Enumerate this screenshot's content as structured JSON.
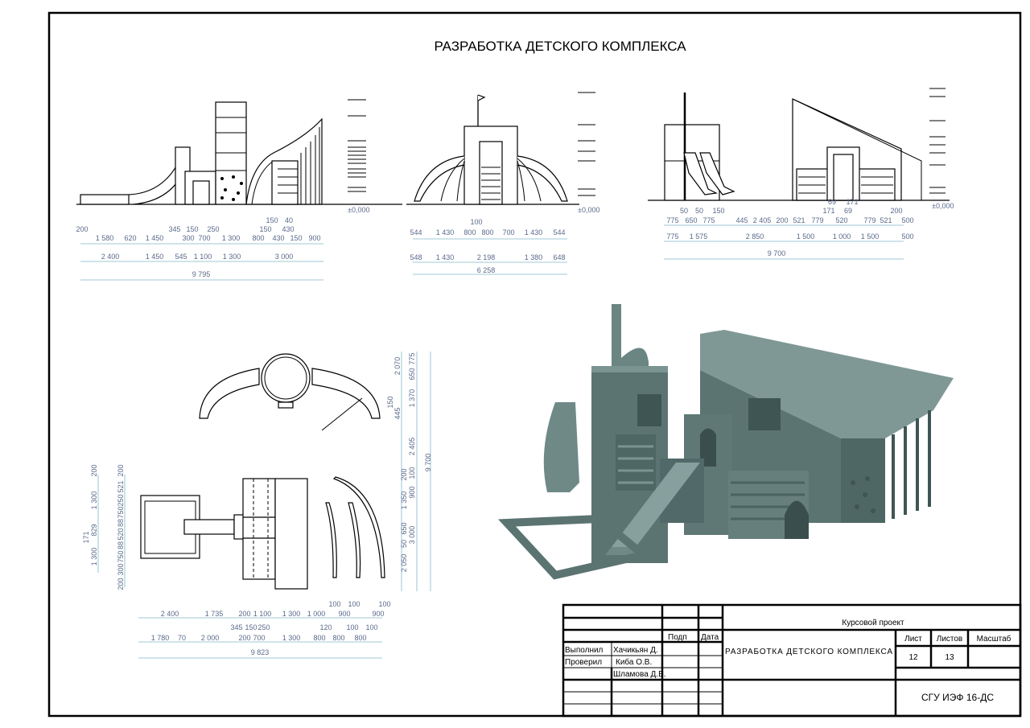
{
  "sheet": {
    "title": "РАЗРАБОТКА ДЕТСКОГО КОМПЛЕКСА",
    "zero_level": "±0,000"
  },
  "front_view": {
    "row1": [
      "200",
      "1 580",
      "620",
      "1 450",
      "345",
      "150",
      "300",
      "700",
      "250",
      "1 300",
      "800",
      "150",
      "150",
      "40",
      "430",
      "430",
      "150",
      "900"
    ],
    "row2": [
      "2 400",
      "1 450",
      "545",
      "1 100",
      "1 300",
      "3 000"
    ],
    "total": [
      "9 795"
    ]
  },
  "side_view": {
    "row1": [
      "544",
      "1 430",
      "800",
      "100",
      "800",
      "700",
      "1 430",
      "544"
    ],
    "row2": [
      "548",
      "1 430",
      "2 198",
      "1 380",
      "648"
    ],
    "total": [
      "6 258"
    ]
  },
  "right_views": {
    "row1": [
      "775",
      "50",
      "650",
      "50",
      "775",
      "150",
      "445",
      "2 405",
      "200",
      "521",
      "779",
      "171",
      "69",
      "520",
      "69",
      "171",
      "779",
      "521",
      "200",
      "500"
    ],
    "row2": [
      "775",
      "1 575",
      "2 850",
      "1 500",
      "1 000",
      "1 500",
      "500"
    ],
    "total": [
      "9 700"
    ]
  },
  "plan": {
    "bottom_row1": [
      "2 400",
      "1 735",
      "200",
      "1 100",
      "1 300",
      "1 000",
      "100",
      "900",
      "100",
      "900",
      "100"
    ],
    "bottom_row2": [
      "345",
      "150",
      "250",
      "120",
      "100",
      "100"
    ],
    "bottom_row3": [
      "1 780",
      "70",
      "2 000",
      "200",
      "700",
      "1 300",
      "800",
      "800",
      "800"
    ],
    "bottom_total": [
      "9 823"
    ],
    "left_outer": [
      "200",
      "1 300",
      "829",
      "171",
      "1 300"
    ],
    "left_inner": [
      "200",
      "521",
      "250",
      "750",
      "88",
      "520",
      "88",
      "750",
      "300",
      "200"
    ],
    "right_a": [
      "2 070",
      "150",
      "445",
      "1 350",
      "2 050",
      "200",
      "650",
      "50"
    ],
    "right_b": [
      "775",
      "650",
      "1 370",
      "2 405",
      "100",
      "900",
      "3 000"
    ],
    "right_total": [
      "9 700"
    ]
  },
  "title_block": {
    "project_type": "Курсовой проект",
    "col_sign": "Подп",
    "col_date": "Дата",
    "role_done": "Выполнил",
    "name_done": "Хачикьян Д.",
    "role_checked": "Проверил",
    "name_checked": "Киба О.В.",
    "name_third": "Шламова Д.В.",
    "drawing_title": "РАЗРАБОТКА ДЕТСКОГО КОМПЛЕКСА",
    "sheet_label": "Лист",
    "sheets_label": "Листов",
    "scale_label": "Масштаб",
    "sheet_no": "12",
    "sheets_total": "13",
    "organization": "СГУ ИЭФ 16-ДС"
  }
}
